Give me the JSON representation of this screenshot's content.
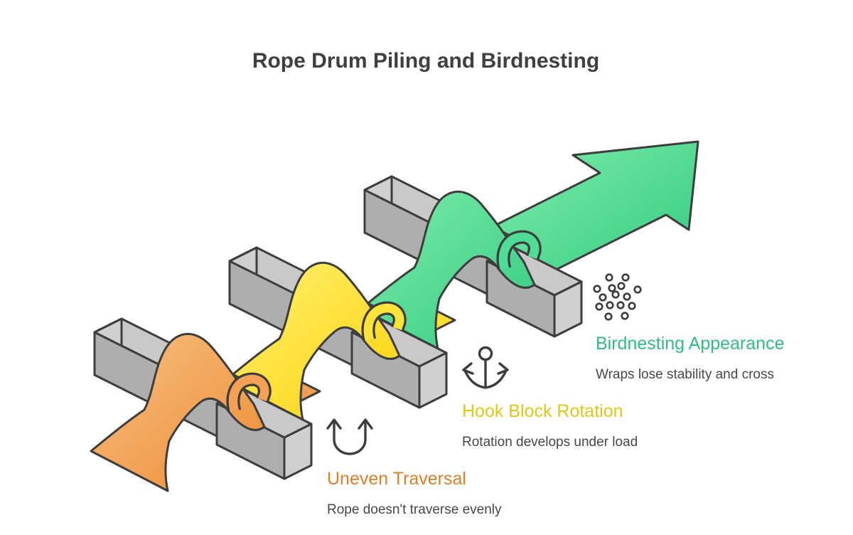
{
  "title": {
    "text": "Rope Drum Piling and Birdnesting",
    "color": "#3f3f3f"
  },
  "stages": [
    {
      "id": "uneven-traversal",
      "label": "Uneven Traversal",
      "description": "Rope doesn't traverse evenly",
      "color": "#df7e27",
      "gradient": {
        "start": "#f8c183",
        "end": "#ec8b33"
      },
      "icon": "rotation-arrows-icon"
    },
    {
      "id": "hook-block-rotation",
      "label": "Hook Block Rotation",
      "description": "Rotation develops under load",
      "color": "#e2c716",
      "gradient": {
        "start": "#fff176",
        "end": "#fcd306"
      },
      "icon": "anchor-icon"
    },
    {
      "id": "birdnesting-appearance",
      "label": "Birdnesting Appearance",
      "description": "Wraps lose stability and cross",
      "color": "#2fbe81",
      "gradient": {
        "start": "#7deeac",
        "end": "#33c980"
      },
      "icon": "scatter-dots-icon"
    }
  ],
  "diagram": {
    "drum_bar_top_color": "#c9c9c9",
    "drum_bar_cap_color": "#d0d0d0",
    "drum_bar_front_color": "#aeaeae",
    "outline_color": "#3d3d3d",
    "arrow_direction": "up-right"
  }
}
